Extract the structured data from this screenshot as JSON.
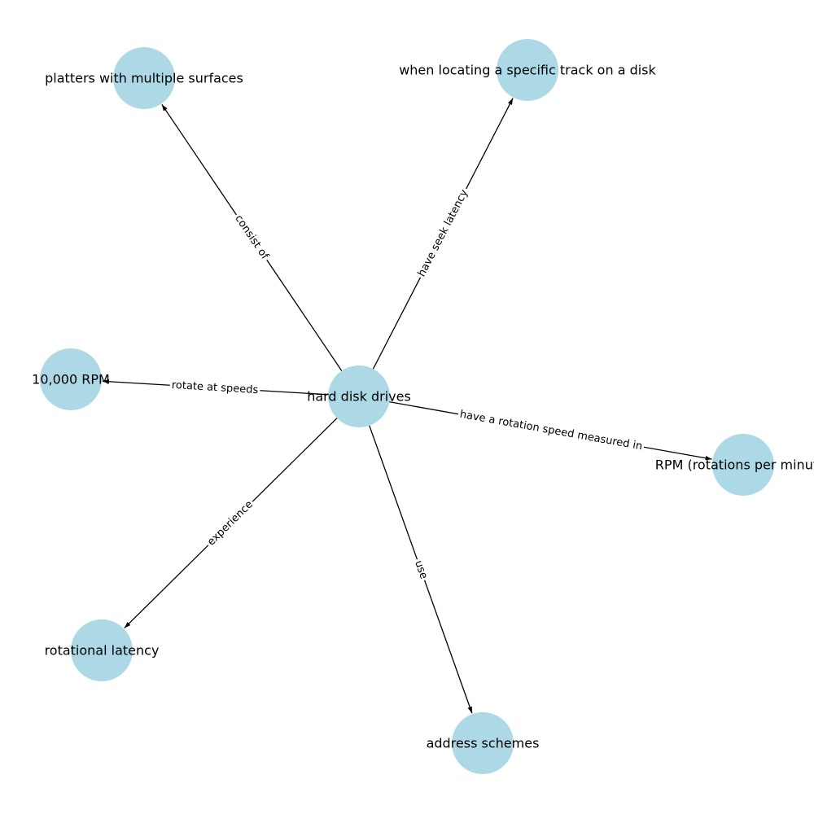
{
  "graph": {
    "center": "hard disk drives",
    "nodes": [
      {
        "id": "hdd",
        "label": "hard disk drives"
      },
      {
        "id": "platters",
        "label": "platters with multiple surfaces"
      },
      {
        "id": "seek",
        "label": "when locating a specific track on a disk"
      },
      {
        "id": "rpm10k",
        "label": "10,000 RPM"
      },
      {
        "id": "rpm",
        "label": "RPM (rotations per minute)"
      },
      {
        "id": "rotlat",
        "label": "rotational latency"
      },
      {
        "id": "addr",
        "label": "address schemes"
      }
    ],
    "edges": [
      {
        "from": "hdd",
        "to": "platters",
        "label": "consist of"
      },
      {
        "from": "hdd",
        "to": "seek",
        "label": "have seek latency"
      },
      {
        "from": "hdd",
        "to": "rpm10k",
        "label": "rotate at speeds"
      },
      {
        "from": "hdd",
        "to": "rpm",
        "label": "have a rotation speed measured in"
      },
      {
        "from": "hdd",
        "to": "rotlat",
        "label": "experience"
      },
      {
        "from": "hdd",
        "to": "addr",
        "label": "use"
      }
    ]
  },
  "colors": {
    "node_fill": "#add8e6",
    "edge": "#000000"
  }
}
